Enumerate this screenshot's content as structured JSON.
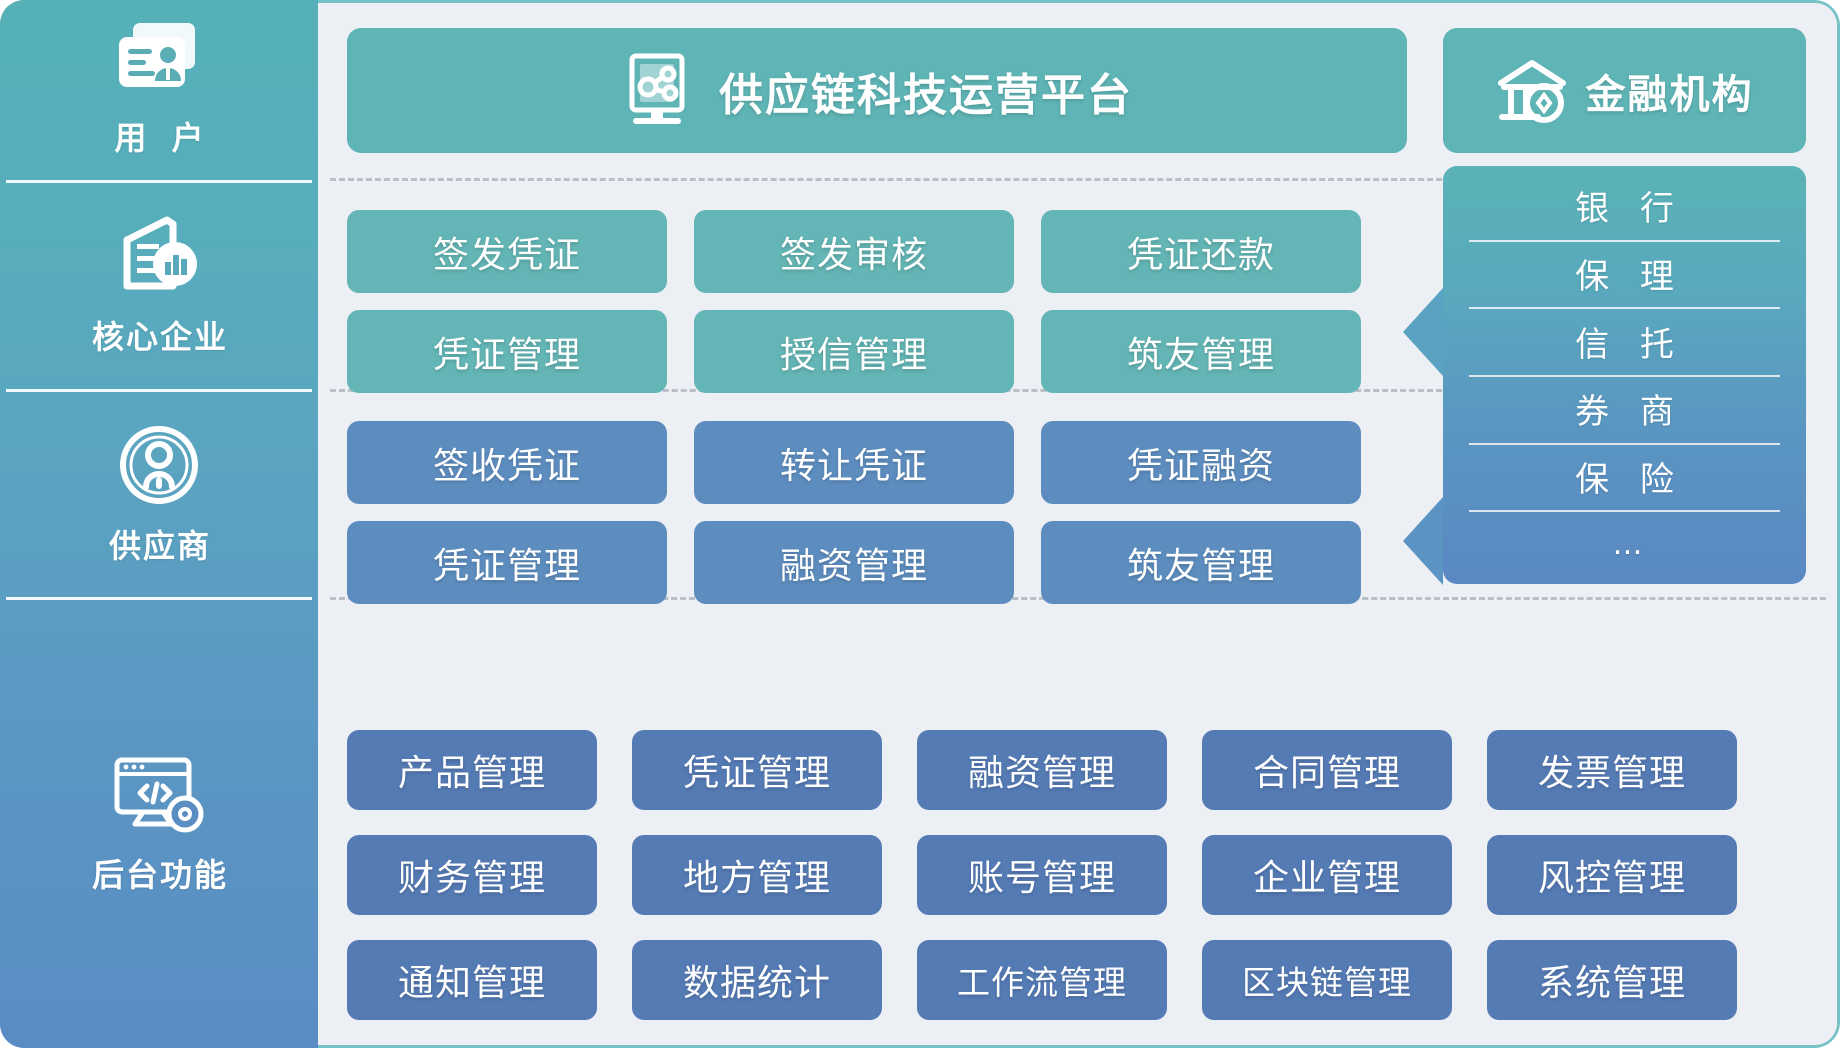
{
  "theme": {
    "teal": "#5fb4b5",
    "blue": "#5d8dbf",
    "navy": "#557bb5",
    "stage_bg": "#eceff4",
    "frame_border": "#74c2c6",
    "divider": "#b9bfc7"
  },
  "header": {
    "title": "供应链科技运营平台",
    "title_icon": "network-monitor-icon"
  },
  "sidebar": {
    "items": [
      {
        "label": "用 户",
        "icon": "id-card-user-icon",
        "has_arrow": false
      },
      {
        "label": "核心企业",
        "icon": "office-building-chart-icon",
        "has_arrow": true
      },
      {
        "label": "供应商",
        "icon": "user-circle-icon",
        "has_arrow": true
      },
      {
        "label": "后台功能",
        "icon": "code-window-gear-icon",
        "has_arrow": true
      }
    ]
  },
  "finance": {
    "title": "金融机构",
    "title_icon": "bank-building-icon",
    "items": [
      "银 行",
      "保 理",
      "信 托",
      "券 商",
      "保 险",
      "…"
    ]
  },
  "sections": [
    {
      "key": "core-enterprise",
      "style": "teal",
      "rows": [
        [
          "签发凭证",
          "签发审核",
          "凭证还款"
        ],
        [
          "凭证管理",
          "授信管理",
          "筑友管理"
        ]
      ]
    },
    {
      "key": "supplier",
      "style": "blue",
      "rows": [
        [
          "签收凭证",
          "转让凭证",
          "凭证融资"
        ],
        [
          "凭证管理",
          "融资管理",
          "筑友管理"
        ]
      ]
    },
    {
      "key": "backend",
      "style": "navy",
      "rows": [
        [
          "产品管理",
          "凭证管理",
          "融资管理",
          "合同管理",
          "发票管理"
        ],
        [
          "财务管理",
          "地方管理",
          "账号管理",
          "企业管理",
          "风控管理"
        ],
        [
          "通知管理",
          "数据统计",
          "工作流管理",
          "区块链管理",
          "系统管理"
        ]
      ]
    }
  ]
}
